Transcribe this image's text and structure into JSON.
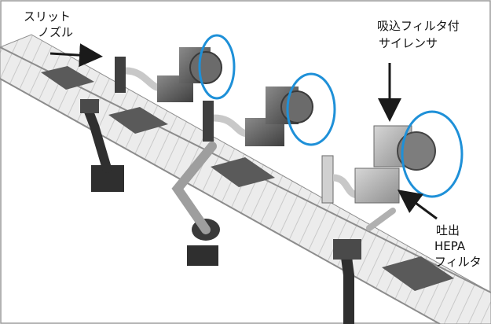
{
  "labels": {
    "slit_nozzle": [
      "スリット",
      "ノズル"
    ],
    "intake_filter_silencer": [
      "吸込フィルタ付",
      "サイレンサ"
    ],
    "exhaust_hepa_filter": [
      "吐出",
      "HEPA",
      "フィルタ"
    ]
  },
  "colors": {
    "highlight_ring": "#1e90d8",
    "conveyor": "#e9e9e9",
    "conveyor_edge": "#8c8c8c",
    "unit_dark": "#4a4a4a",
    "unit_light": "#b9b9b9",
    "arrow": "#1a1a1a",
    "frame": "#9a9a9a"
  }
}
